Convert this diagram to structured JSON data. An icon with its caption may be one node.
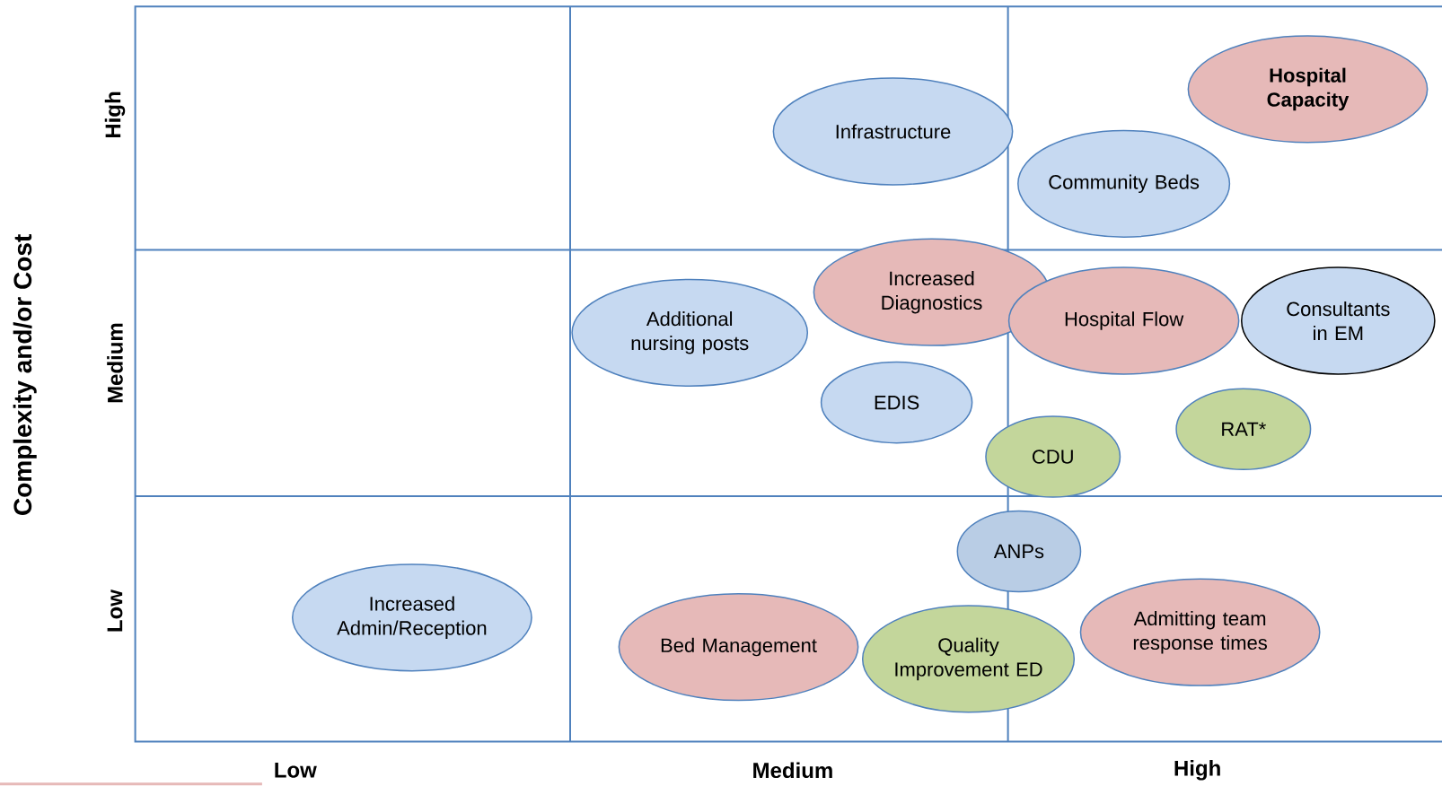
{
  "diagram": {
    "nodes": [
      {
        "text": [
          "Hospital Capacity"
        ]
      },
      {
        "text": [
          "Infrastructure"
        ]
      },
      {
        "text": [
          "Community Beds"
        ]
      },
      {
        "text": [
          "Increased Diagnostics"
        ]
      },
      {
        "text": [
          "Hospital Flow"
        ]
      },
      {
        "text": [
          "Consultants in EM"
        ]
      },
      {
        "text": [
          "Additional nursing posts"
        ]
      },
      {
        "text": [
          "EDIS"
        ]
      },
      {
        "text": [
          "RAT*"
        ]
      },
      {
        "text": [
          "CDU"
        ]
      },
      {
        "text": [
          "ANPs"
        ]
      },
      {
        "text": [
          "Increased Admin/Reception"
        ]
      },
      {
        "text": [
          "Admitting team response times"
        ]
      },
      {
        "text": [
          "Bed Management"
        ]
      },
      {
        "text": [
          "Quality Improvement ED"
        ]
      }
    ],
    "labels": [
      "High",
      "Complexity and/or Cost",
      "Medium",
      "Low",
      "Low",
      "Medium",
      "High"
    ]
  }
}
